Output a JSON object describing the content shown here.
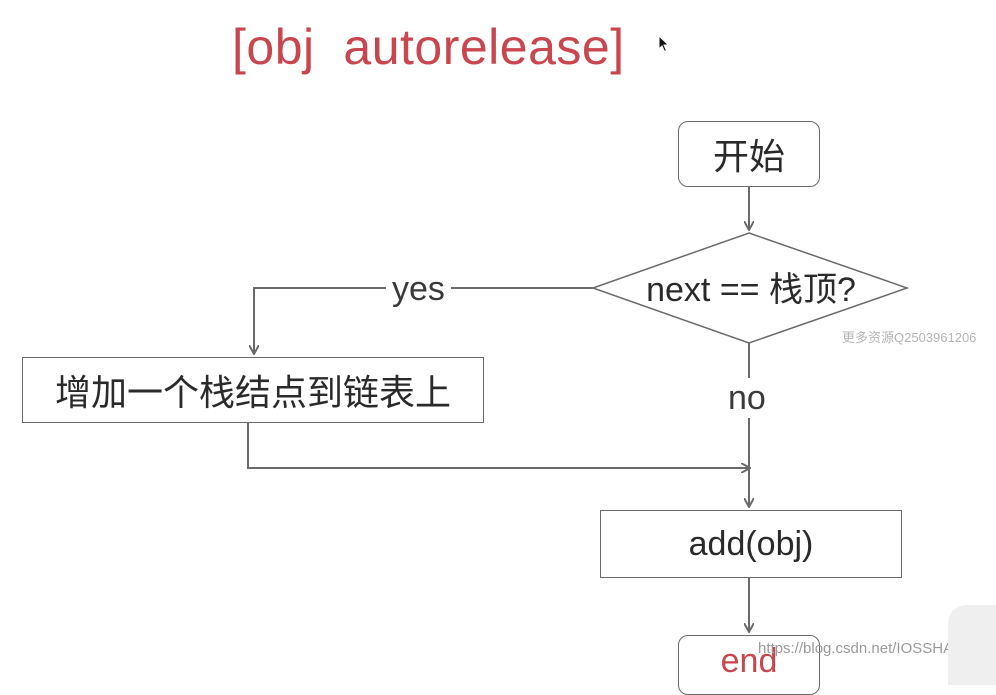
{
  "title": "[obj  autorelease]",
  "nodes": {
    "start": "开始",
    "decision": "next == 栈顶?",
    "push": "增加一个栈结点到链表上",
    "add": "add(obj)",
    "end": "end"
  },
  "edges": {
    "yes": "yes",
    "no": "no"
  },
  "watermarks": {
    "side": "更多资源Q2503961206",
    "bottom": "https://blog.csdn.net/IOSSHAN"
  },
  "colors": {
    "title": "#c8464e",
    "stroke": "#6a6a6a",
    "text": "#2a2a2a"
  },
  "icons": [
    "cursor-icon"
  ]
}
